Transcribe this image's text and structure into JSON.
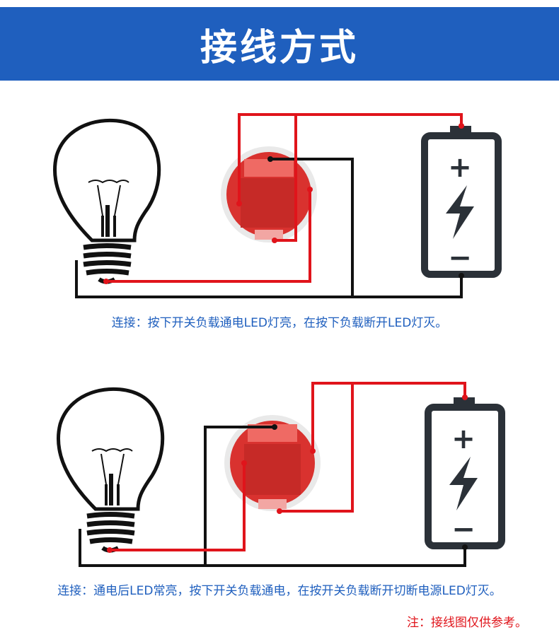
{
  "header": {
    "title": "接线方式"
  },
  "diagram1": {
    "caption": "连接：按下开关负载通电LED灯亮，在按下负载断开LED灯灭。"
  },
  "diagram2": {
    "caption": "连接：通电后LED常亮，按下开关负载通电，在按开关负载断开切断电源LED灯灭。"
  },
  "note": "注：接线图仅供参考。",
  "battery": {
    "plus": "+",
    "minus": "−"
  },
  "colors": {
    "header": "#1f5fbe",
    "wire_red": "#e0141b",
    "wire_black": "#111111",
    "icon": "#2b3138",
    "switch_red": "#d9322f"
  }
}
